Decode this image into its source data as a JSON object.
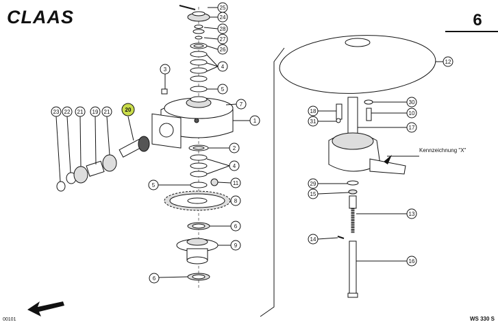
{
  "brand": "CLAAS",
  "page_number": "6",
  "footer": {
    "left_code": "00101",
    "right_code": "WS 330 S"
  },
  "annotation": "Kennzeichnung \"X\"",
  "colors": {
    "highlight": "#c9dc4a",
    "ink": "#111111"
  },
  "callouts": [
    "25",
    "24",
    "28",
    "27",
    "26",
    "4",
    "5",
    "7",
    "3",
    "1",
    "2",
    "4",
    "5",
    "11",
    "8",
    "6",
    "9",
    "6",
    "23",
    "22",
    "21",
    "19",
    "21",
    "20",
    "12",
    "30",
    "18",
    "10",
    "31",
    "17",
    "29",
    "15",
    "13",
    "14",
    "16"
  ],
  "highlighted_callout": "20"
}
